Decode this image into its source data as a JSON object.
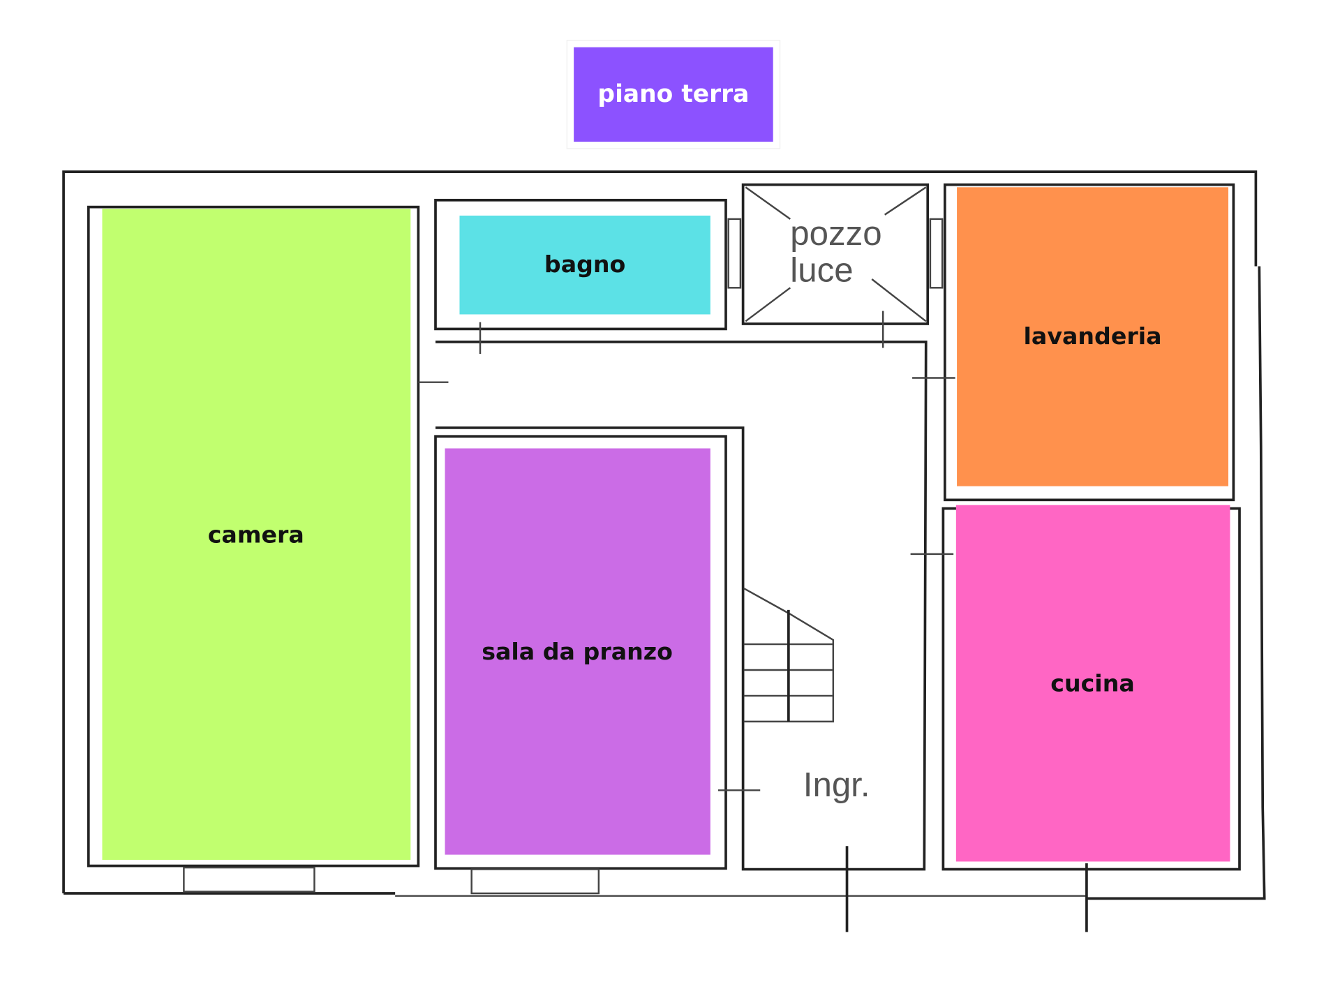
{
  "title": "piano terra",
  "colors": {
    "title_bg": "#8c52ff",
    "camera": "#c1ff6f",
    "bagno": "#5ce1e6",
    "lavanderia": "#ff914d",
    "sala": "#cb6ce6",
    "cucina": "#ff66c4"
  },
  "rooms": {
    "camera": "camera",
    "bagno": "bagno",
    "lavanderia": "lavanderia",
    "sala": "sala da pranzo",
    "cucina": "cucina"
  },
  "plan_labels": {
    "pozzo": "pozzo",
    "luce": "luce",
    "ingresso": "Ingr."
  }
}
